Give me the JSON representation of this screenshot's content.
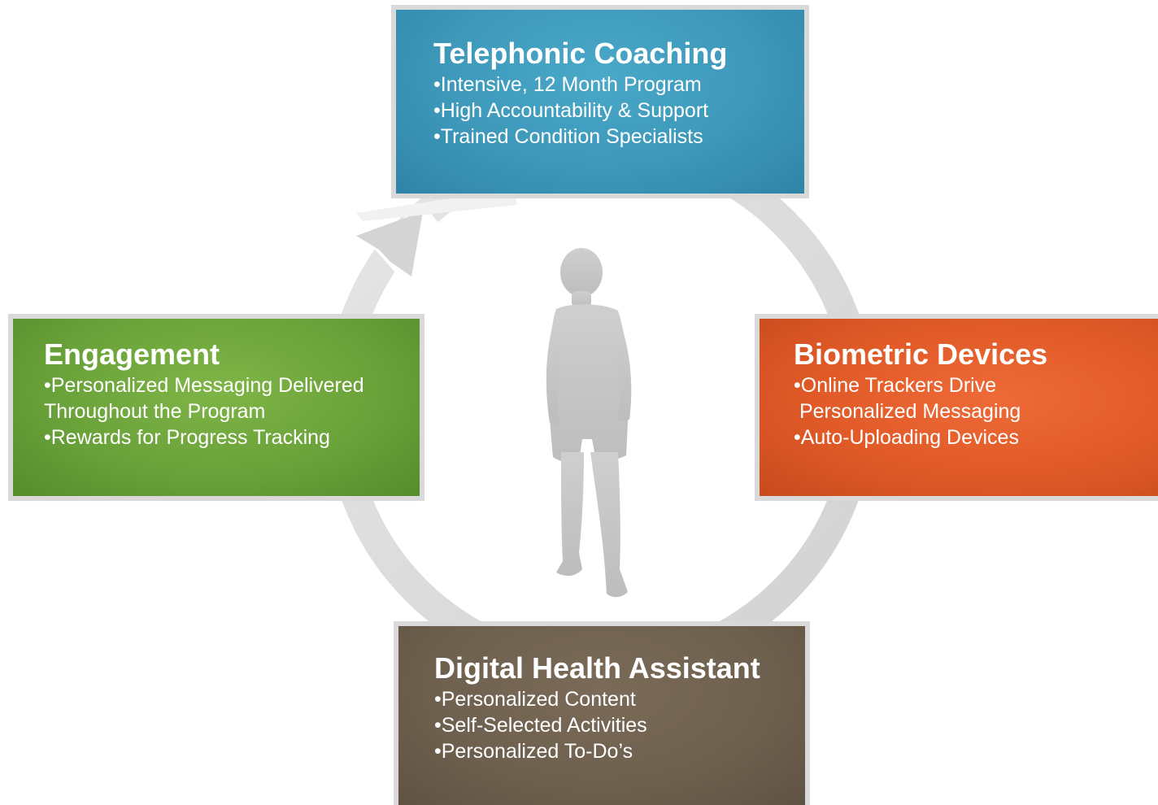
{
  "boxes": {
    "coaching": {
      "title": "Telephonic Coaching",
      "bullets": [
        "•Intensive, 12 Month Program",
        "•High Accountability & Support",
        "•Trained Condition Specialists"
      ],
      "color": "#3d98ba"
    },
    "engagement": {
      "title": "Engagement",
      "bullets": [
        "•Personalized Messaging Delivered",
        "Throughout the Program",
        "•Rewards for Progress Tracking"
      ],
      "color": "#6aa23a"
    },
    "biometric": {
      "title": "Biometric Devices",
      "bullets": [
        "•Online Trackers Drive",
        " Personalized Messaging",
        "•Auto-Uploading Devices"
      ],
      "color": "#e05a28"
    },
    "dha": {
      "title": "Digital Health Assistant",
      "bullets": [
        "•Personalized Content",
        "•Self-Selected Activities",
        "•Personalized To-Do’s"
      ],
      "color": "#6e604e"
    }
  },
  "cycle": {
    "ring_color": "#dcdcdc",
    "arrow_color": "#d6d6d6"
  },
  "figure": {
    "icon": "person-silhouette-icon",
    "color": "#c8c8c8"
  }
}
